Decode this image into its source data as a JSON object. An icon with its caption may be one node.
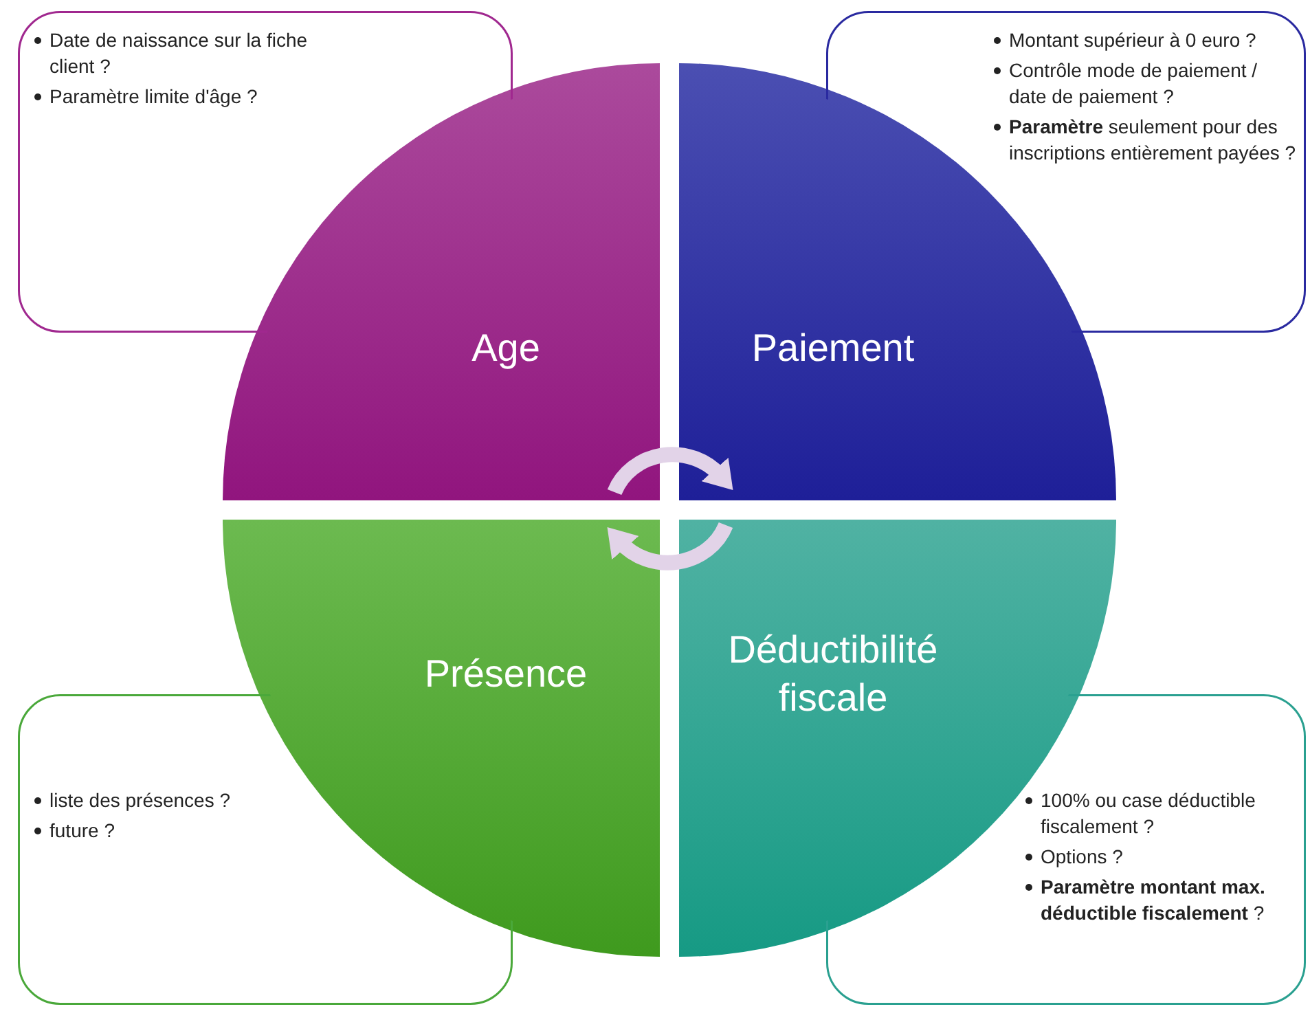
{
  "diagram": {
    "nodes": [
      {
        "text": [
          "Date de naissance sur la fiche client ?",
          "Paramètre limite d'âge ?"
        ]
      },
      {
        "text": [
          "Montant supérieur à 0 euro ?",
          "Contrôle mode de paiement / date de paiement ?",
          "**Paramètre** seulement pour des inscriptions entièrement payées ?"
        ]
      },
      {
        "text": [
          "Age"
        ]
      },
      {
        "text": [
          "Paiement"
        ]
      },
      {
        "text": [
          "Présence"
        ]
      },
      {
        "text": [
          "Déductibilité fiscale"
        ]
      },
      {
        "text": [
          "liste des présences ?",
          "future ?"
        ]
      },
      {
        "text": [
          "100% ou case déductible fiscalement ?",
          "Options ?",
          "**Paramètre montant max. déductible fiscalement** ?"
        ]
      }
    ],
    "edges": [
      {
        "from": 2,
        "to": 3,
        "arrow": "to"
      },
      {
        "from": 5,
        "to": 4,
        "arrow": "to"
      }
    ]
  }
}
